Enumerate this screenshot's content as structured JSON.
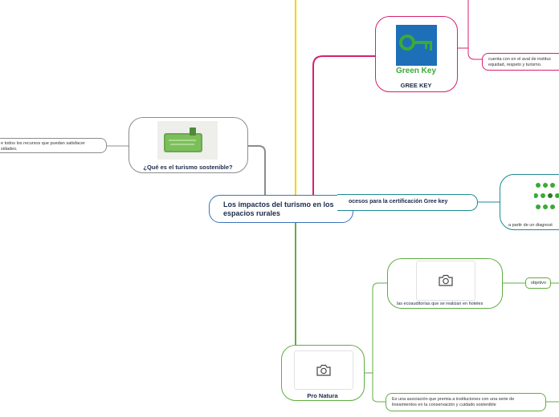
{
  "central": {
    "title": "Los impactos del turismo en los espacios rurales"
  },
  "nodes": {
    "que_es": {
      "label": "¿Qué es el turismo sostenible?",
      "note": "e todos los recursos que puedan satisfacer\nsidades."
    },
    "green_key": {
      "logo_text": "Green Key",
      "label": "GREE KEY",
      "note": "cuenta con en el aval de instituc\nequidad, respeto y turismo."
    },
    "procesos": {
      "label": "ocesos para la certificación Gree key",
      "note": "a partir de un diagnost"
    },
    "ecoauditorias": {
      "label": "las ecoauditorías que se realizan en hoteles",
      "child": "objetivo"
    },
    "pro_natura": {
      "label": "Pro Natura",
      "note": "Es una asociación que premia a instituciones con una serie de\nlineamientos en la conservación y cuidado sostenible"
    }
  },
  "icons": [
    "camera-icon",
    "key-icon",
    "sustainability-icons"
  ],
  "colors": {
    "central_border": "#3b73b9",
    "pink": "#d5216e",
    "teal": "#1f8a93",
    "green": "#5fad41",
    "gray": "#8c8c8c",
    "yellow": "#f2d600",
    "green_key_blue": "#1d6fb8",
    "green_key_green": "#3aaa35"
  }
}
